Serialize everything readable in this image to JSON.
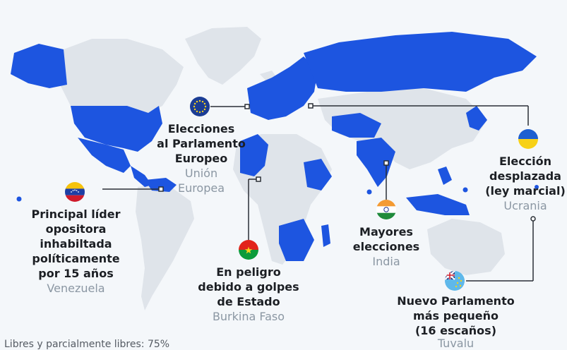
{
  "legend": {
    "text": "Libres y parcialmente libres: 75%"
  },
  "colors": {
    "highlight": "#1d55e0",
    "land": "#dfe4ea",
    "background": "#f4f7fa",
    "country_label": "#8b97a3"
  },
  "annotations": [
    {
      "id": "eu",
      "flag": "eu-flag-icon",
      "title_lines": [
        "Elecciones",
        "al Parlamento",
        "Europeo"
      ],
      "country_lines": [
        "Unión",
        "Europea"
      ]
    },
    {
      "id": "ve",
      "flag": "venezuela-flag-icon",
      "title_lines": [
        "Principal líder",
        "opositora",
        "inhabiltada",
        "políticamente",
        "por 15 años"
      ],
      "country_lines": [
        "Venezuela"
      ]
    },
    {
      "id": "bf",
      "flag": "burkina-faso-flag-icon",
      "title_lines": [
        "En peligro",
        "debido a golpes",
        "de Estado"
      ],
      "country_lines": [
        "Burkina Faso"
      ]
    },
    {
      "id": "in",
      "flag": "india-flag-icon",
      "title_lines": [
        "Mayores",
        "elecciones"
      ],
      "country_lines": [
        "India"
      ]
    },
    {
      "id": "ua",
      "flag": "ukraine-flag-icon",
      "title_lines": [
        "Elección",
        "desplazada",
        "(ley marcial)"
      ],
      "country_lines": [
        "Ucrania"
      ]
    },
    {
      "id": "tv",
      "flag": "tuvalu-flag-icon",
      "title_lines": [
        "Nuevo Parlamento",
        "más pequeño",
        "(16 escaños)"
      ],
      "country_lines": [
        "Tuvalu"
      ]
    }
  ]
}
